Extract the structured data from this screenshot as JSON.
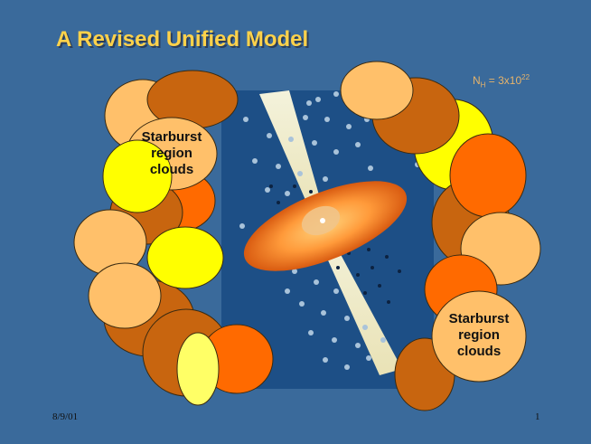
{
  "slide": {
    "title": "A Revised Unified Model",
    "column_density": {
      "symbol": "N",
      "subscript": "H",
      "value_prefix": " = 3x10",
      "exponent": "22"
    },
    "label_upper_left": [
      "Starburst",
      "region",
      "clouds"
    ],
    "label_lower_right": [
      "Starburst",
      "region",
      "clouds"
    ],
    "footer_date": "8/9/01",
    "page_number": "1"
  },
  "colors": {
    "background": "#3a6a9b",
    "title": "#ffd24a",
    "panel": "#1d4f86",
    "cloud_light": "#ffc06a",
    "cloud_brown": "#c8650f",
    "cloud_orange": "#ff6a00",
    "cloud_yellow": "#ffff00"
  }
}
